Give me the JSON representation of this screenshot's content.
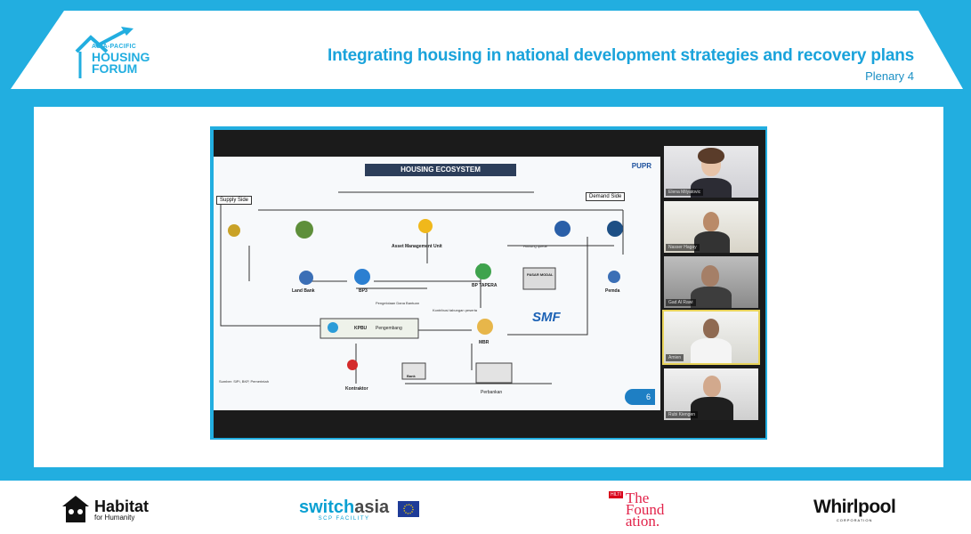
{
  "header": {
    "logo_lines": [
      "ASIA-PACIFIC",
      "HOUSING",
      "FORUM"
    ],
    "title": "Integrating housing in national development strategies and recovery plans",
    "subtitle": "Plenary 4"
  },
  "colors": {
    "brand_blue": "#22aee0",
    "title_blue": "#1aa3db",
    "slide_navy": "#2c3e5a",
    "smf_blue": "#1c62b5"
  },
  "slide": {
    "title": "HOUSING ECOSYSTEM",
    "brand": "PUPR",
    "supply_side": "Supply Side",
    "demand_side": "Demand Side",
    "nodes": {
      "land_bank": "Land Bank",
      "bp3": "BP3",
      "asset_management": "Asset Management Unit",
      "bp_tapera": "BP TAPERA",
      "pasar_modal": "PASAR MODAL",
      "pemda": "Pemda",
      "kpbu": "KPBU",
      "pengembang": "Pengembang",
      "mbr": "MBR",
      "kontraktor": "Kontraktor",
      "bank": "Bank",
      "perbankan": "Perbankan",
      "smf": "SMF",
      "housing_queue": "Housing queue",
      "pengelolaan_dana": "Pengelolaan Dana Bantuan",
      "kontribusi": "Kontribusi tabungan peserta",
      "sumber": "Sumber: SiPI, BKP, Pemerintah"
    },
    "page_number": "6"
  },
  "participants": [
    {
      "name": "Elena Milyatovic"
    },
    {
      "name": "Nasser Hagay"
    },
    {
      "name": "Gad Al Rawi"
    },
    {
      "name": "Amien"
    },
    {
      "name": "Rubi Kiengen"
    }
  ],
  "sponsors": {
    "habitat": {
      "name": "Habitat",
      "tagline": "for Humanity"
    },
    "switchasia": {
      "name_a": "switch",
      "name_b": "asia",
      "tagline": "SCP FACILITY"
    },
    "foundation": {
      "brand": "HILTI",
      "lines": [
        "The",
        "Found",
        "ation."
      ]
    },
    "whirlpool": {
      "name": "Whirlpool",
      "tagline": "CORPORATION"
    }
  }
}
